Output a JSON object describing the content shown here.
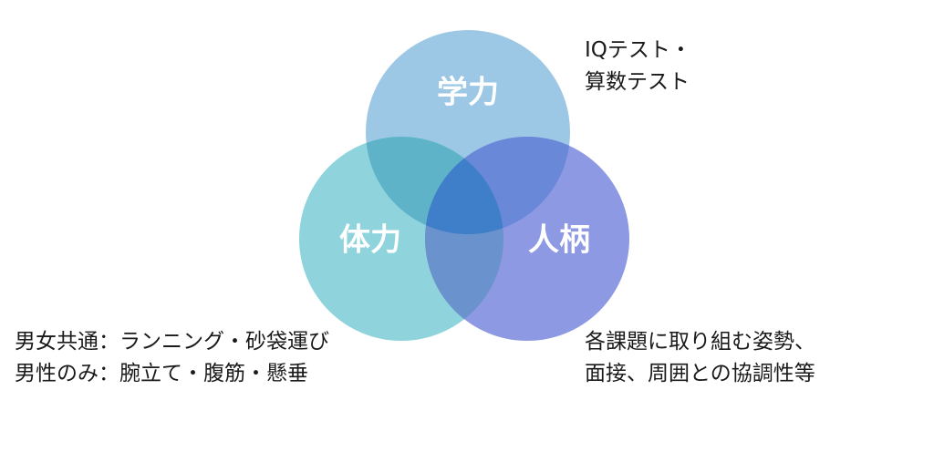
{
  "diagram": {
    "circles": {
      "academic": {
        "label": "学力",
        "color": "#9cc8e6"
      },
      "physical": {
        "label": "体力",
        "color": "#8fd3dc"
      },
      "character": {
        "label": "人柄",
        "color": "#8e99e3"
      }
    },
    "overlap_colors": {
      "academic_physical": "#5fb3c8",
      "academic_character": "#6a88d8",
      "physical_character": "#6a92cc",
      "all": "#3f7ec9"
    },
    "notes": {
      "academic": [
        "IQテスト・",
        "算数テスト"
      ],
      "physical": [
        "男女共通：ランニング・砂袋運び",
        "男性のみ：腕立て・腹筋・懸垂"
      ],
      "character": [
        "各課題に取り組む姿勢、",
        "面接、周囲との協調性等"
      ]
    }
  }
}
